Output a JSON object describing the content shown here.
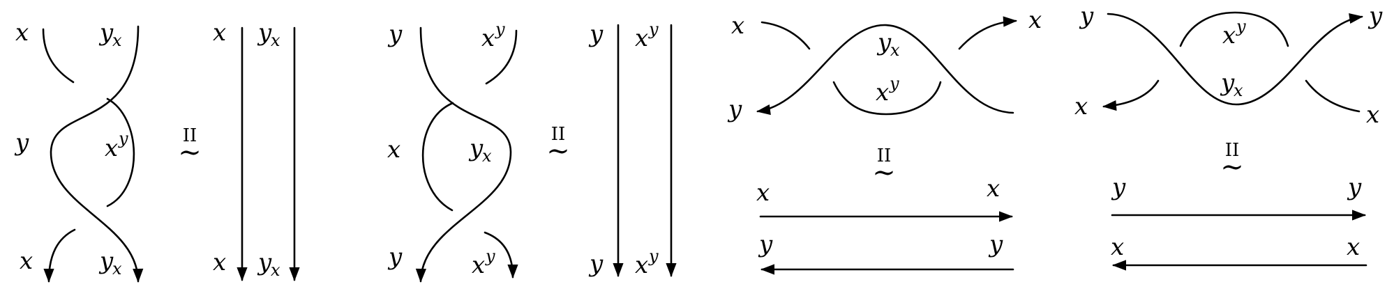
{
  "move_label": "II",
  "similar_symbol": "∼",
  "labels": {
    "x": "x",
    "y": "y",
    "sub_x": "x",
    "sup_y": "y"
  }
}
